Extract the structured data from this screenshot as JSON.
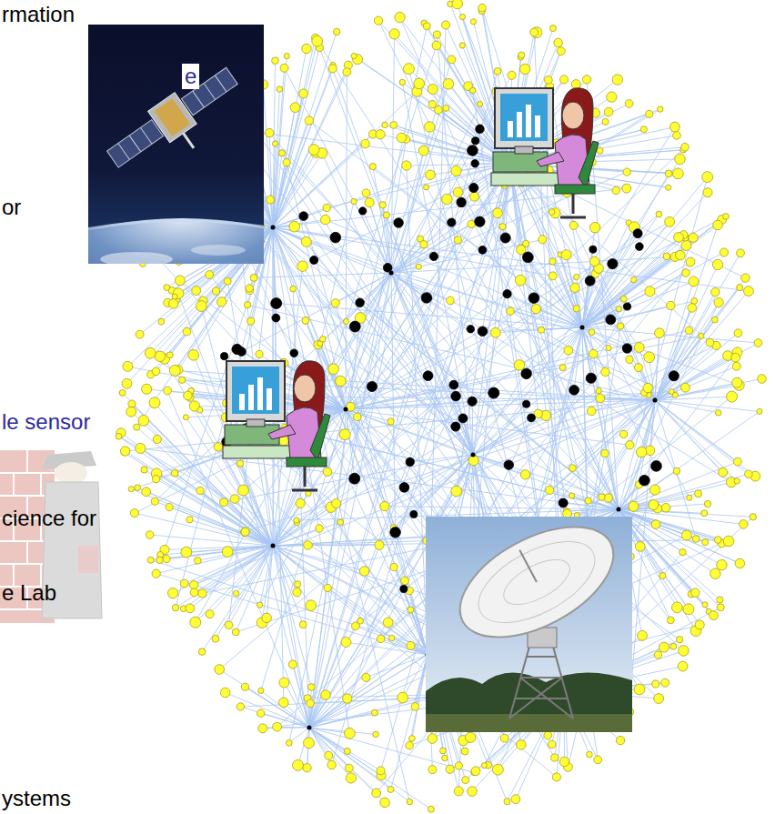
{
  "diagram": {
    "labels": [
      "rmation",
      "e",
      "or",
      "le sensor",
      "cience for",
      "e Lab",
      "ystems"
    ]
  }
}
